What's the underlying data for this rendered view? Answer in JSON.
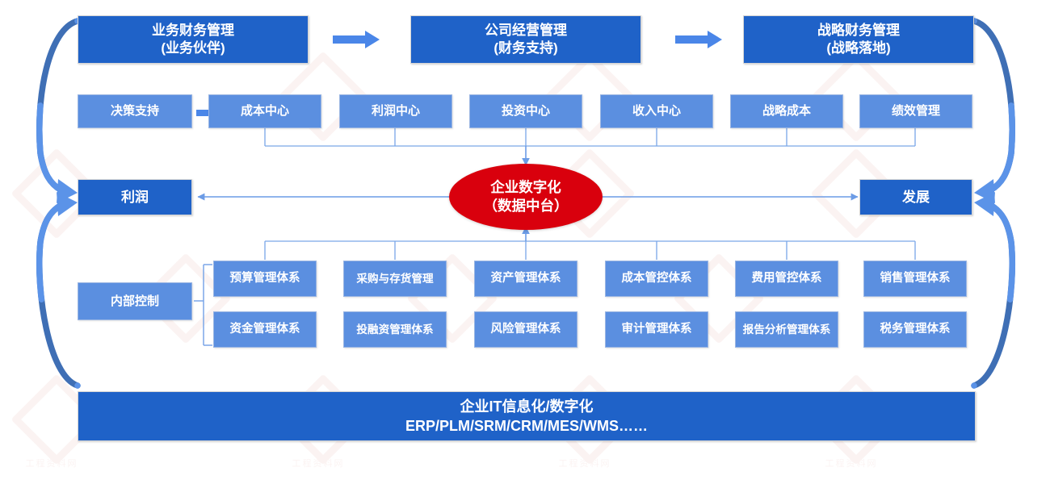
{
  "title_row": [
    {
      "id": "business-finance",
      "line1": "业务财务管理",
      "line2": "（业务伙伴)",
      "text": "业务财务管理\n(业务伙伴)"
    },
    {
      "id": "company-operation",
      "line1": "公司经营管理",
      "line2": "（财务支持)",
      "text": "公司经营管理\n(财务支持)"
    },
    {
      "id": "strategic-finance",
      "line1": "战略财务管理",
      "line2": "（战略落地)",
      "text": "战略财务管理\n(战略落地)"
    }
  ],
  "title_row_plain": [
    {
      "line1": "业务财务管理",
      "line2": "(业务伙伴)"
    },
    {
      "line1": "公司经营管理",
      "line2": "(财务支持)"
    },
    {
      "line1": "战略财务管理",
      "line2": "(战略落地)"
    }
  ],
  "centers_row": [
    {
      "label": "决策支持"
    },
    {
      "label": "成本中心"
    },
    {
      "label": "利润中心"
    },
    {
      "label": "投资中心"
    },
    {
      "label": "收入中心"
    },
    {
      "label": "战略成本"
    },
    {
      "label": "绩效管理"
    }
  ],
  "core": {
    "line1": "企业数字化",
    "line2": "（数据中台）"
  },
  "side_left": {
    "label": "利润"
  },
  "side_right": {
    "label": "发展"
  },
  "internal_control": {
    "label": "内部控制"
  },
  "systems_grid": {
    "row1": [
      {
        "label": "预算管理体系"
      },
      {
        "label": "采购与存货管理"
      },
      {
        "label": "资产管理体系"
      },
      {
        "label": "成本管控体系"
      },
      {
        "label": "费用管控体系"
      },
      {
        "label": "销售管理体系"
      }
    ],
    "row2": [
      {
        "label": "资金管理体系"
      },
      {
        "label": "投融资管理体系"
      },
      {
        "label": "风险管理体系"
      },
      {
        "label": "审计管理体系"
      },
      {
        "label": "报告分析管理体系"
      },
      {
        "label": "税务管理体系"
      }
    ]
  },
  "footer_banner": {
    "line1": "企业IT信息化/数字化",
    "line2": "ERP/PLM/SRM/CRM/MES/WMS……"
  },
  "colors": {
    "dark_blue": "#1f62c8",
    "light_blue": "#5b8fe0",
    "core_red": "#d9000d",
    "wire": "#7aa6e8",
    "arrow_blue": "#4a86e8",
    "curve_blue": "#3f6fb5",
    "text_white": "#ffffff"
  },
  "watermark": {
    "text": "工程资料网"
  }
}
